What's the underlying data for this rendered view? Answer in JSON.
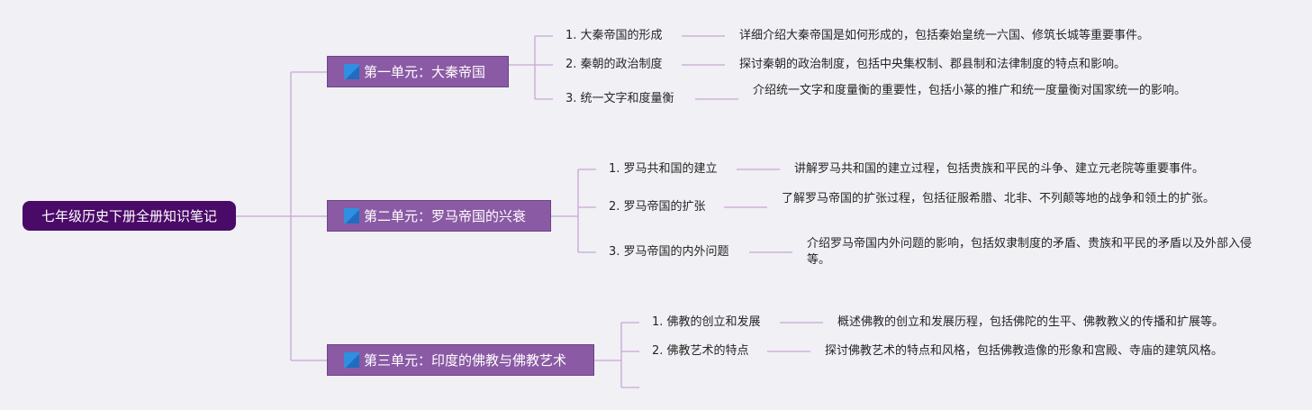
{
  "mindmap": {
    "root": "七年级历史下册全册知识笔记",
    "colors": {
      "root_fill": "#4a0a68",
      "unit_fill": "#8a5aa4",
      "icon": "#2f8fe0",
      "branch_line": "#c6a6d8",
      "text": "#262626",
      "background": "#f1f0f4"
    },
    "units": [
      {
        "title": "第一单元：大秦帝国",
        "icon": "blue-square-icon",
        "topics": [
          {
            "label": "1. 大秦帝国的形成",
            "desc": "详细介绍大秦帝国是如何形成的，包括秦始皇统一六国、修筑长城等重要事件。"
          },
          {
            "label": "2. 秦朝的政治制度",
            "desc": "探讨秦朝的政治制度，包括中央集权制、郡县制和法律制度的特点和影响。"
          },
          {
            "label": "3. 统一文字和度量衡",
            "desc": "介绍统一文字和度量衡的重要性，包括小篆的推广和统一度量衡对国家统一的影响。"
          }
        ]
      },
      {
        "title": "第二单元：罗马帝国的兴衰",
        "icon": "blue-square-icon",
        "topics": [
          {
            "label": "1. 罗马共和国的建立",
            "desc": "讲解罗马共和国的建立过程，包括贵族和平民的斗争、建立元老院等重要事件。"
          },
          {
            "label": "2. 罗马帝国的扩张",
            "desc": "了解罗马帝国的扩张过程，包括征服希腊、北非、不列颠等地的战争和领土的扩张。"
          },
          {
            "label": "3. 罗马帝国的内外问题",
            "desc": "介绍罗马帝国内外问题的影响，包括奴隶制度的矛盾、贵族和平民的矛盾以及外部入侵等。"
          }
        ]
      },
      {
        "title": "第三单元：印度的佛教与佛教艺术",
        "icon": "blue-square-icon",
        "topics": [
          {
            "label": "1. 佛教的创立和发展",
            "desc": "概述佛教的创立和发展历程，包括佛陀的生平、佛教教义的传播和扩展等。"
          },
          {
            "label": "2. 佛教艺术的特点",
            "desc": "探讨佛教艺术的特点和风格，包括佛教造像的形象和宫殿、寺庙的建筑风格。"
          }
        ]
      }
    ]
  }
}
